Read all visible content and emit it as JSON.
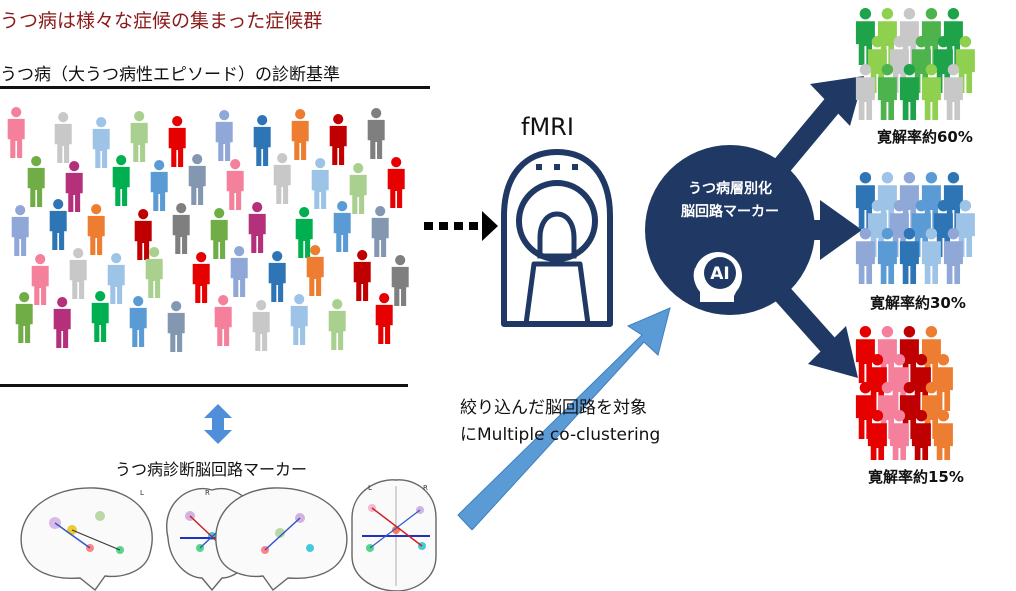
{
  "header": {
    "title": "うつ病は様々な症候の集まった症候群",
    "subtitle": "うつ病（大うつ病性エピソード）の診断基準"
  },
  "scanner": {
    "label": "fMRI"
  },
  "ai_hub": {
    "line1": "うつ病層別化",
    "line2": "脳回路マーカー",
    "badge": "AI"
  },
  "marker": {
    "label": "うつ病診断脳回路マーカー"
  },
  "brain_views": [
    {
      "left": "",
      "right": ""
    },
    {
      "left": "L",
      "right": "R"
    },
    {
      "left": "",
      "right": ""
    },
    {
      "left": "L",
      "right": "R"
    }
  ],
  "clustering": {
    "line1": "絞り込んだ脳回路を対象",
    "line2": "にMultiple co-clustering"
  },
  "outcomes": [
    {
      "label": "寛解率約60%",
      "colors": [
        "#1fa34a",
        "#8fd14f",
        "#c8c8c8",
        "#4db34d"
      ]
    },
    {
      "label": "寛解率約30%",
      "colors": [
        "#2e75b6",
        "#9dc3e6",
        "#8fa8d8",
        "#5b9bd5"
      ]
    },
    {
      "label": "寛解率約15%",
      "colors": [
        "#e60000",
        "#f4809c",
        "#c00000",
        "#ed7d31"
      ]
    }
  ],
  "colors": {
    "title": "#8b1a1a",
    "navy": "#1f3864",
    "arrow_blue": "#5b9bd5",
    "updown_arrow": "#4f8fd9"
  }
}
